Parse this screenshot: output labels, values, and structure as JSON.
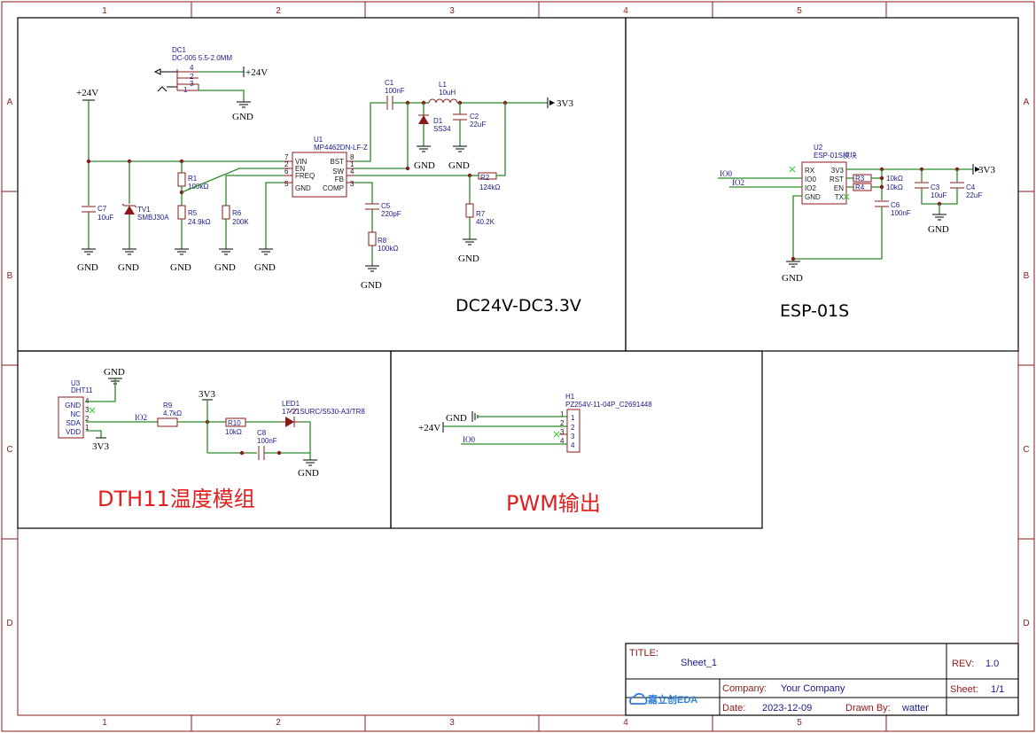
{
  "frame": {
    "columns": [
      "1",
      "2",
      "3",
      "4",
      "5"
    ],
    "rows": [
      "A",
      "B",
      "C",
      "D"
    ]
  },
  "power_supply": {
    "section_title": "DC24V-DC3.3V",
    "dc_jack": {
      "ref": "DC1",
      "value": "DC-005 5.5-2.0MM",
      "pins": [
        "4",
        "2",
        "3",
        "1"
      ],
      "net": "+24V",
      "gnd": "GND"
    },
    "input_net": "+24V",
    "u1": {
      "ref": "U1",
      "value": "MP4462DN-LF-Z",
      "left_pins": [
        {
          "name": "VIN",
          "num": "7"
        },
        {
          "name": "EN",
          "num": "2"
        },
        {
          "name": "FREQ",
          "num": "6"
        },
        {
          "name": "GND",
          "num": "5"
        }
      ],
      "right_pins": [
        {
          "name": "BST",
          "num": "8"
        },
        {
          "name": "SW",
          "num": "1"
        },
        {
          "name": "FB",
          "num": "4"
        },
        {
          "name": "COMP",
          "num": "3"
        }
      ]
    },
    "c1": {
      "ref": "C1",
      "value": "100nF"
    },
    "l1": {
      "ref": "L1",
      "value": "10uH"
    },
    "d1": {
      "ref": "D1",
      "value": "SS34"
    },
    "c2": {
      "ref": "C2",
      "value": "22uF"
    },
    "output_net": "3V3",
    "r1": {
      "ref": "R1",
      "value": "100kΩ"
    },
    "r5": {
      "ref": "R5",
      "value": "24.9kΩ"
    },
    "r6": {
      "ref": "R6",
      "value": "200K"
    },
    "c7": {
      "ref": "C7",
      "value": "10uF"
    },
    "tv1": {
      "ref": "TV1",
      "value": "SMBJ30A"
    },
    "c5": {
      "ref": "C5",
      "value": "220pF"
    },
    "r8": {
      "ref": "R8",
      "value": "100kΩ"
    },
    "r2": {
      "ref": "R2",
      "value": "124kΩ"
    },
    "r7": {
      "ref": "R7",
      "value": "40.2K"
    },
    "gnd_label": "GND"
  },
  "esp": {
    "section_title": "ESP-01S",
    "u2": {
      "ref": "U2",
      "value": "ESP-01S模块",
      "pins_left": [
        "RX",
        "IO0",
        "IO2",
        "GND"
      ],
      "pins_right": [
        "3V3",
        "RST",
        "EN",
        "TX"
      ]
    },
    "net_io0": "IO0",
    "net_io2": "IO2",
    "net_3v3": "3V3",
    "r3": {
      "ref": "R3",
      "value": "10kΩ"
    },
    "r4": {
      "ref": "R4",
      "value": "10kΩ"
    },
    "c3": {
      "ref": "C3",
      "value": "10uF"
    },
    "c4": {
      "ref": "C4",
      "value": "22uF"
    },
    "c6": {
      "ref": "C6",
      "value": "100nF"
    },
    "gnd_label": "GND"
  },
  "dht": {
    "section_title": "DTH11温度模组",
    "u3": {
      "ref": "U3",
      "value": "DHT11",
      "pins": [
        {
          "name": "GND",
          "num": "4"
        },
        {
          "name": "NC",
          "num": "3"
        },
        {
          "name": "SDA",
          "num": "2"
        },
        {
          "name": "VDD",
          "num": "1"
        }
      ]
    },
    "gnd_label": "GND",
    "vcc_label": "3V3",
    "net_io2": "IO2",
    "r9": {
      "ref": "R9",
      "value": "4.7kΩ"
    },
    "r10": {
      "ref": "R10",
      "value": "10kΩ"
    },
    "c8": {
      "ref": "C8",
      "value": "100nF"
    },
    "led1": {
      "ref": "LED1",
      "value": "17-21SURC/S530-A3/TR8"
    }
  },
  "pwm": {
    "section_title": "PWM输出",
    "h1": {
      "ref": "H1",
      "value": "PZ254V-11-04P_C2691448",
      "pins": [
        "1",
        "2",
        "3",
        "4"
      ]
    },
    "gnd_label": "GND",
    "vin_label": "+24V",
    "net_io0": "IO0"
  },
  "title_block": {
    "title_label": "TITLE:",
    "title": "Sheet_1",
    "rev_label": "REV:",
    "rev": "1.0",
    "company_label": "Company:",
    "company": "Your Company",
    "sheet_label": "Sheet:",
    "sheet": "1/1",
    "date_label": "Date:",
    "date": "2023-12-09",
    "drawn_label": "Drawn By:",
    "drawn": "watter",
    "logo_text": "嘉立创EDA"
  },
  "colors": {
    "wire": "#2a8a2a",
    "pin": "#8a1a1a",
    "label": "#1a1a8a",
    "title_red": "#e31e1e"
  }
}
